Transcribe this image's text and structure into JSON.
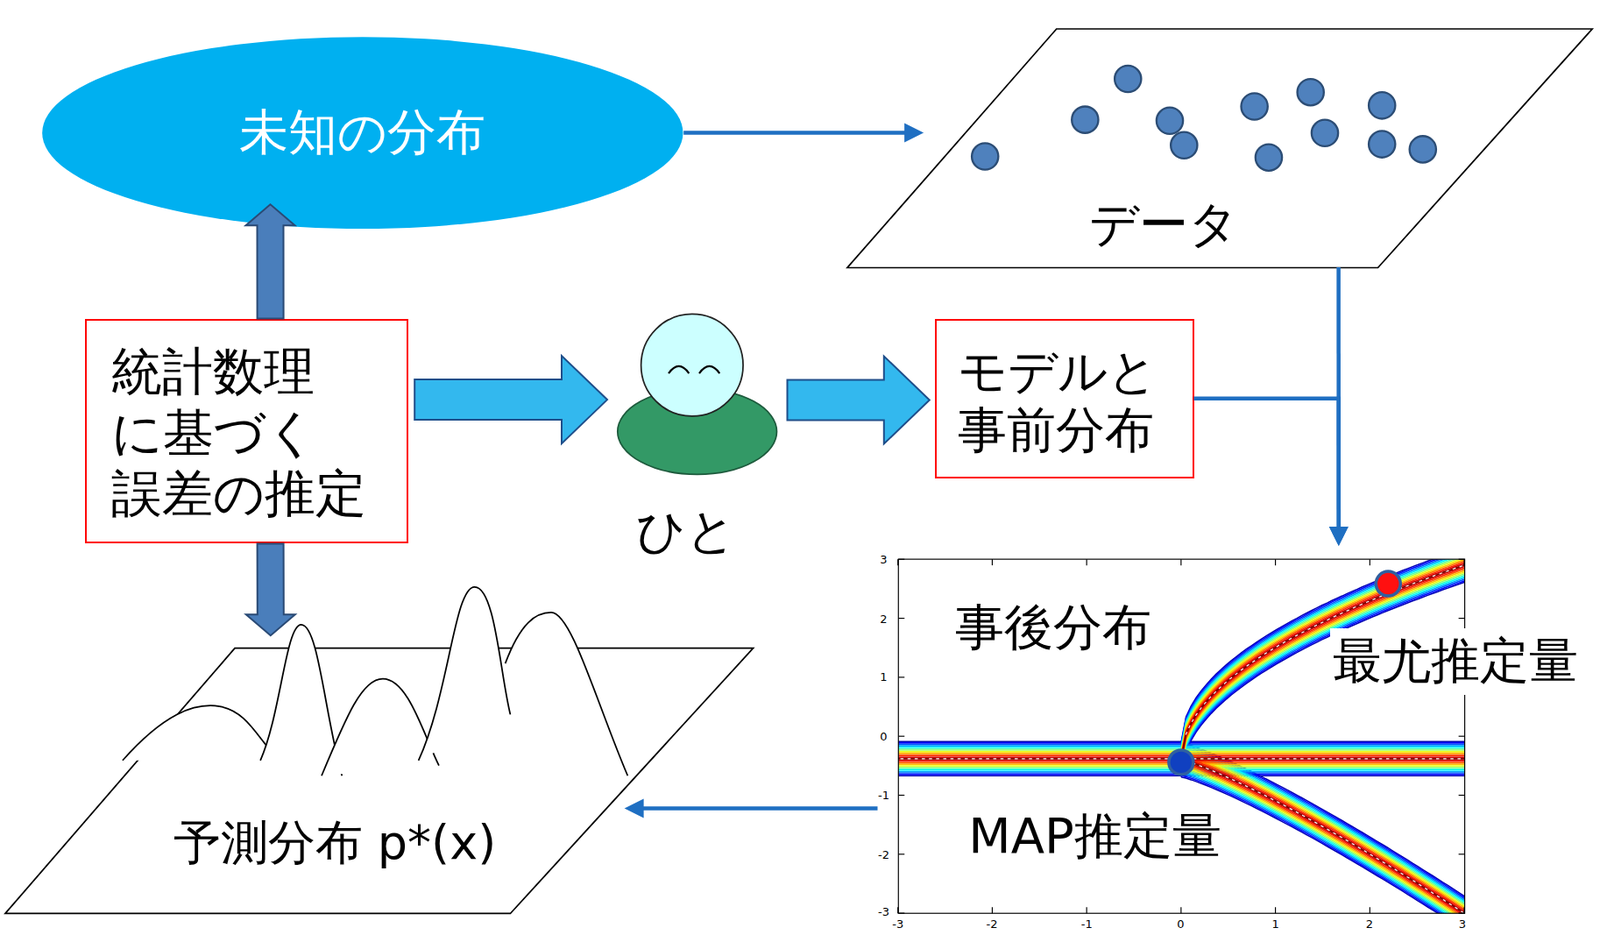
{
  "diagram": {
    "nodes": [
      {
        "text": [
          "未知の分布"
        ]
      },
      {
        "text": [
          "データ"
        ]
      },
      {
        "text": [
          "統計数理 に基づく 誤差の推定"
        ]
      },
      {
        "text": [
          "ひと"
        ]
      },
      {
        "text": [
          "モデルと 事前分布"
        ]
      },
      {
        "text": [
          "事後分布"
        ]
      },
      {
        "text": [
          "予測分布 p*(x)"
        ]
      }
    ],
    "edges": [
      {
        "from": 0,
        "to": 1,
        "arrow": "to"
      },
      {
        "from": 2,
        "to": 0,
        "arrow": "to"
      },
      {
        "from": 2,
        "to": 3,
        "arrow": "to"
      },
      {
        "from": 3,
        "to": 4,
        "arrow": "to"
      },
      {
        "from": 1,
        "to": 5,
        "arrow": "to"
      },
      {
        "from": 4,
        "to": 5,
        "arrow": "to"
      },
      {
        "from": 5,
        "to": 6,
        "arrow": "to"
      },
      {
        "from": 2,
        "to": 6,
        "arrow": "to"
      }
    ],
    "labels": [
      "最尤推定量",
      "MAP推定量",
      "3",
      "2",
      "1",
      "0",
      "-1",
      "-2",
      "-3",
      "-3",
      "-2",
      "-1",
      "0",
      "1",
      "2",
      "3"
    ]
  }
}
